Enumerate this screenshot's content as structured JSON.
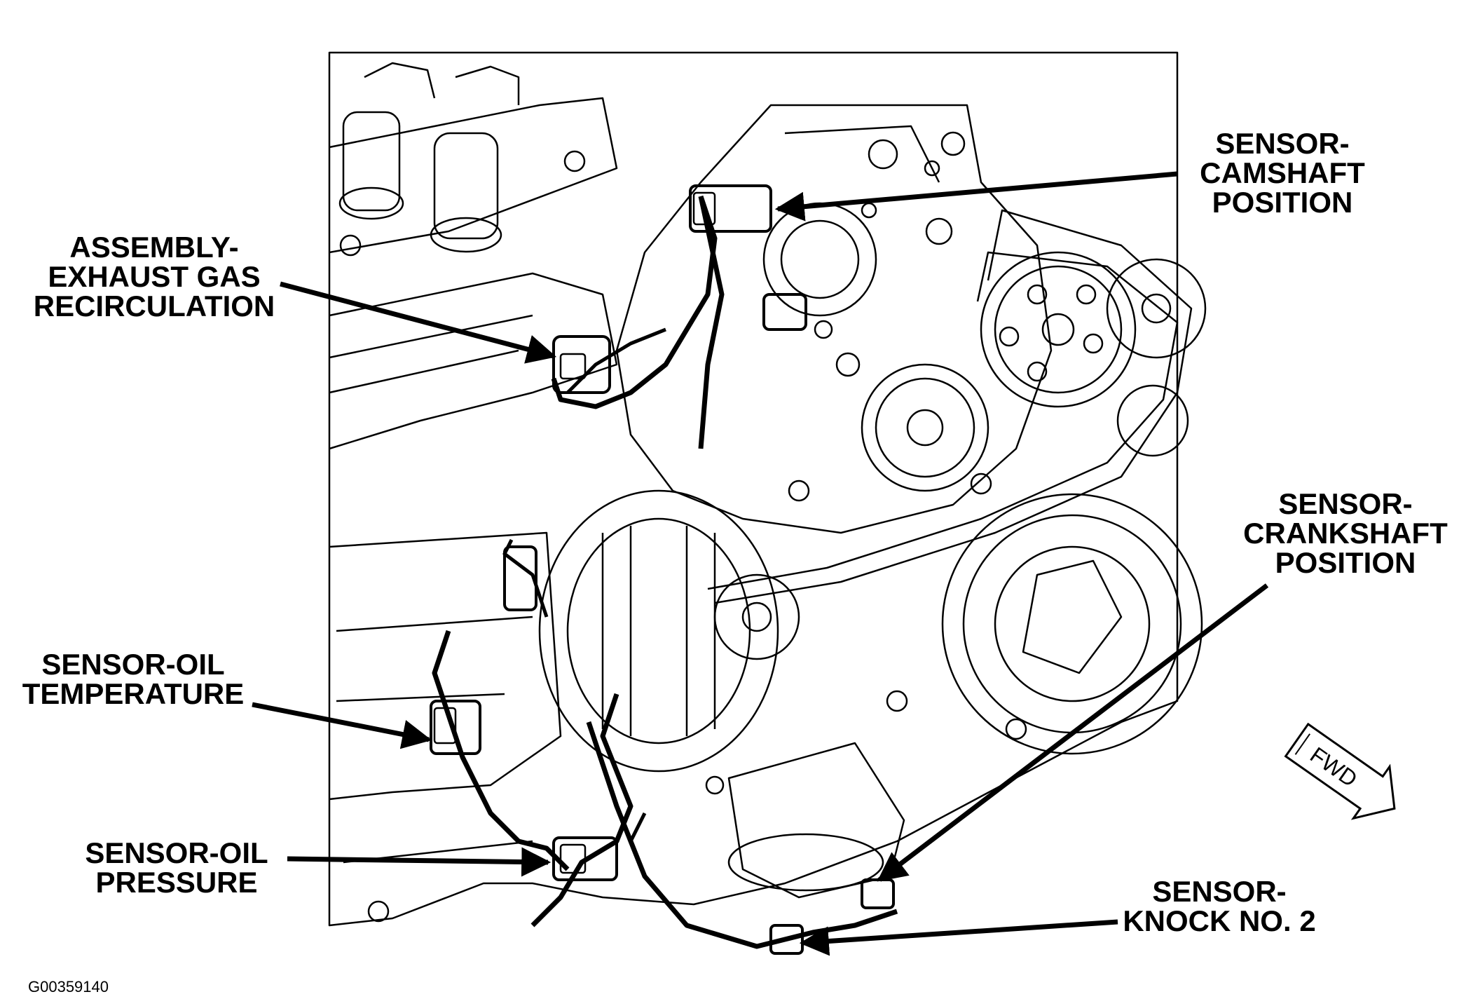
{
  "figure_id": "G00359140",
  "callouts": {
    "camshaft": {
      "lines": [
        "SENSOR-",
        "CAMSHAFT",
        "POSITION"
      ]
    },
    "egr": {
      "lines": [
        "ASSEMBLY-",
        "EXHAUST GAS",
        "RECIRCULATION"
      ]
    },
    "crankshaft": {
      "lines": [
        "SENSOR-",
        "CRANKSHAFT",
        "POSITION"
      ]
    },
    "oil_temp": {
      "lines": [
        "SENSOR-OIL",
        "TEMPERATURE"
      ]
    },
    "oil_pressure": {
      "lines": [
        "SENSOR-OIL",
        "PRESSURE"
      ]
    },
    "knock": {
      "lines": [
        "SENSOR-",
        "KNOCK NO. 2"
      ]
    }
  },
  "fwd_label": "FWD"
}
